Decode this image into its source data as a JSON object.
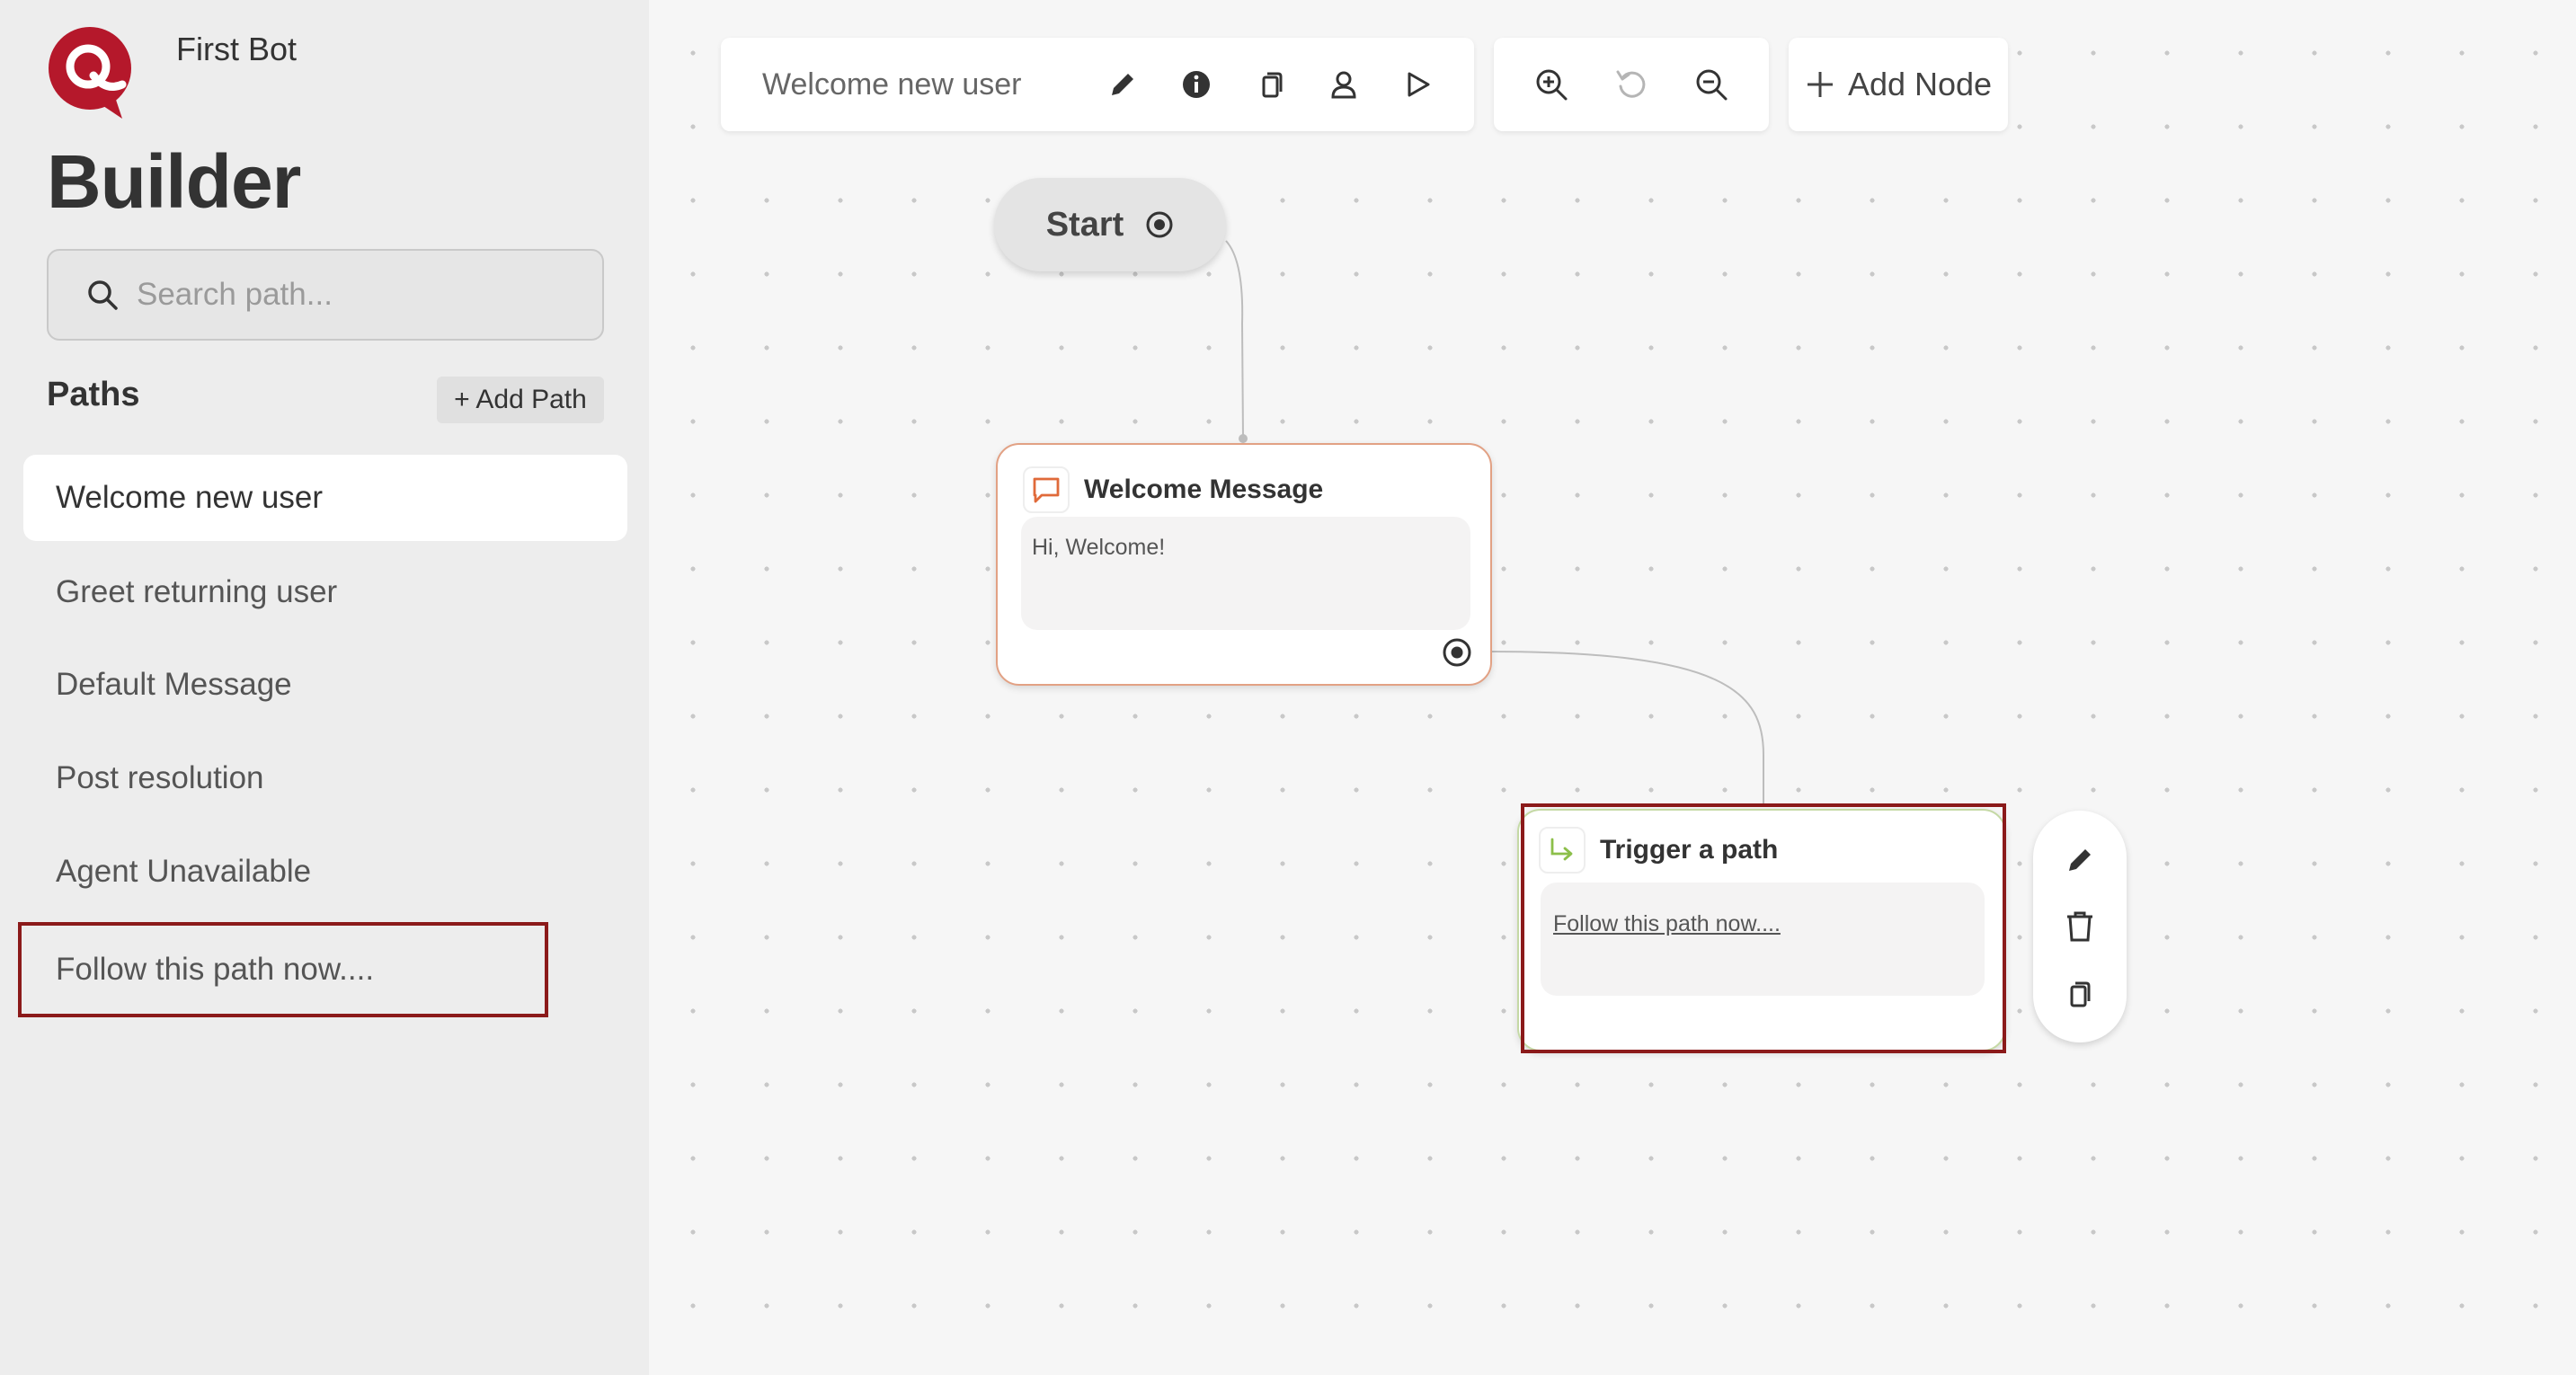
{
  "sidebar": {
    "bot_name": "First Bot",
    "title": "Builder",
    "search": {
      "placeholder": "Search path...",
      "value": ""
    },
    "paths_title": "Paths",
    "add_path_label": "+ Add Path",
    "items": [
      {
        "label": "Welcome new user",
        "active": true
      },
      {
        "label": "Greet returning user"
      },
      {
        "label": "Default Message"
      },
      {
        "label": "Post resolution"
      },
      {
        "label": "Agent Unavailable"
      },
      {
        "label": "Follow this path now...."
      }
    ]
  },
  "toolbar": {
    "path_name": "Welcome new user",
    "icons": [
      "pencil-icon",
      "info-icon",
      "copy-icon",
      "user-icon",
      "play-icon"
    ],
    "zoom_icons": [
      "zoom-in-icon",
      "reset-icon",
      "zoom-out-icon"
    ],
    "add_node_label": "Add Node"
  },
  "canvas": {
    "start_label": "Start",
    "nodes": [
      {
        "type": "message",
        "title": "Welcome Message",
        "body": "Hi, Welcome!",
        "icon": "chat-bubble-icon"
      },
      {
        "type": "trigger",
        "title": "Trigger a path",
        "body": "Follow this path now....",
        "icon": "redirect-arrow-icon"
      }
    ],
    "node_actions": [
      "pencil-icon",
      "trash-icon",
      "copy-icon"
    ]
  },
  "colors": {
    "brand": "#b5182b",
    "highlight": "#8b1a1a",
    "message_node_border": "#e2a184",
    "trigger_node_border": "#c5d9a5"
  }
}
